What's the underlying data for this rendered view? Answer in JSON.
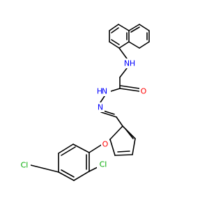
{
  "molecule": {
    "atom_colors": {
      "C": "#000000",
      "N": "#0000ff",
      "O": "#ff0000",
      "Cl": "#00aa00",
      "NH": "#0000ff",
      "H": "#0000ff"
    },
    "labels": [
      {
        "id": "label-nh",
        "text": "N",
        "element": "N"
      },
      {
        "id": "label-nh-h",
        "text": "H",
        "element": "H"
      },
      {
        "id": "label-o-carbonyl",
        "text": "O",
        "element": "O"
      },
      {
        "id": "label-n-amide",
        "text": "N",
        "element": "N"
      },
      {
        "id": "label-n-amide-h",
        "text": "H",
        "element": "N"
      },
      {
        "id": "label-n-imine",
        "text": "N",
        "element": "N"
      },
      {
        "id": "label-o-furan",
        "text": "O",
        "element": "O"
      },
      {
        "id": "label-cl-1",
        "text": "Cl",
        "element": "Cl"
      },
      {
        "id": "label-cl-2",
        "text": "Cl",
        "element": "Cl"
      }
    ]
  }
}
